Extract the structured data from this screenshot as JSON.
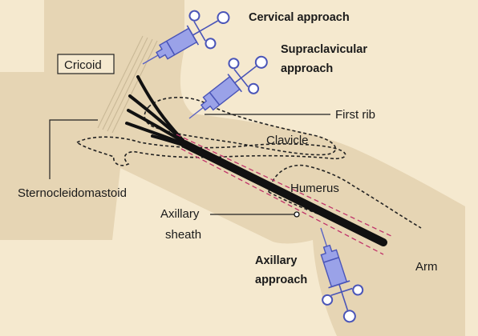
{
  "colors": {
    "background": "#f5e9cf",
    "body_shape": "#e6d5b4",
    "syringe": "#9aa2e8",
    "syringe_outline": "#4a55b8",
    "nerve": "#111111",
    "sheath_line": "#c0336a",
    "outline_dashed": "#222222"
  },
  "labels": {
    "cervical": "Cervical approach",
    "supraclavicular_1": "Supraclavicular",
    "supraclavicular_2": "approach",
    "cricoid": "Cricoid",
    "first_rib": "First rib",
    "clavicle": "Clavicle",
    "sternocleidomastoid": "Sternocleidomastoid",
    "humerus": "Humerus",
    "axillary_sheath_1": "Axillary",
    "axillary_sheath_2": "sheath",
    "axillary_approach_1": "Axillary",
    "axillary_approach_2": "approach",
    "arm": "Arm"
  },
  "icons": {
    "syringe": "syringe-icon"
  }
}
